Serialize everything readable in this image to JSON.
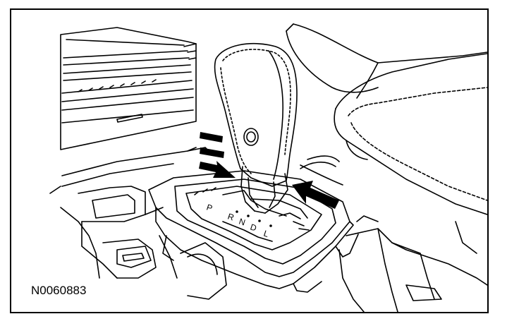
{
  "figure": {
    "id_label": "N0060883",
    "gear_letters": [
      "P",
      "R",
      "N",
      "D",
      "L"
    ]
  },
  "colors": {
    "line": "#000000",
    "background": "#ffffff",
    "arrow": "#000000"
  }
}
